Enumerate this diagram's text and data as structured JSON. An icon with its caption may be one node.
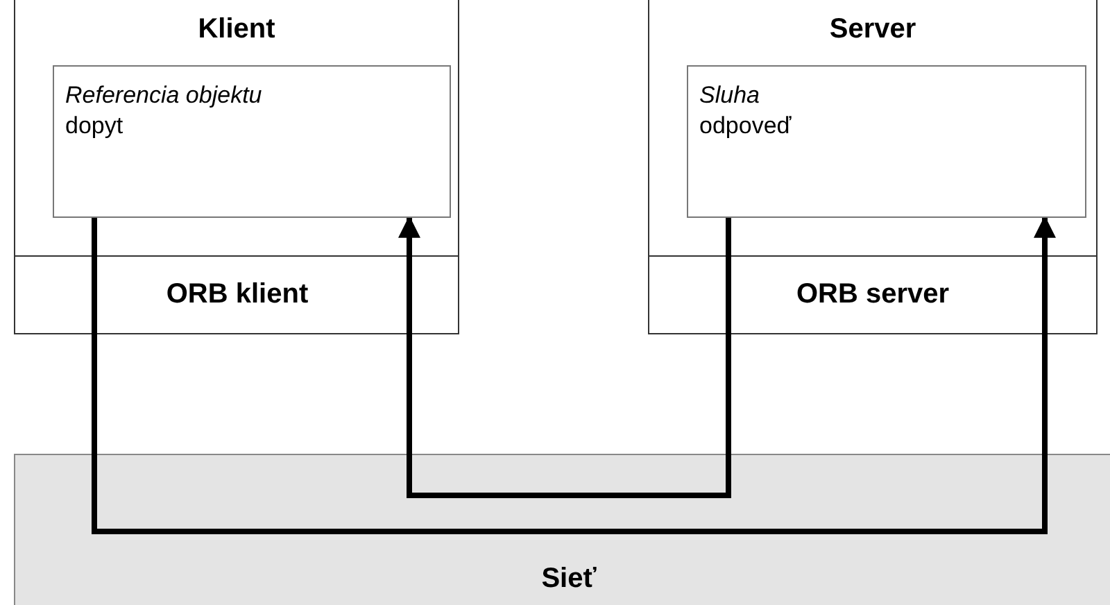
{
  "diagram": {
    "nodes": [
      {
        "text": [
          "Klient"
        ]
      },
      {
        "text": [
          "Referencia objektu",
          "dopyt"
        ],
        "in": 0
      },
      {
        "text": [
          "ORB klient"
        ],
        "in": 0
      },
      {
        "text": [
          "Server"
        ]
      },
      {
        "text": [
          "Sluha",
          "odpoveď"
        ],
        "in": 3
      },
      {
        "text": [
          "ORB server"
        ],
        "in": 3
      },
      {
        "text": [
          "Sieť"
        ]
      }
    ],
    "edges": [
      {
        "from": 1,
        "to": 4,
        "arrow": "to"
      },
      {
        "from": 4,
        "to": 1,
        "arrow": "to"
      }
    ]
  }
}
